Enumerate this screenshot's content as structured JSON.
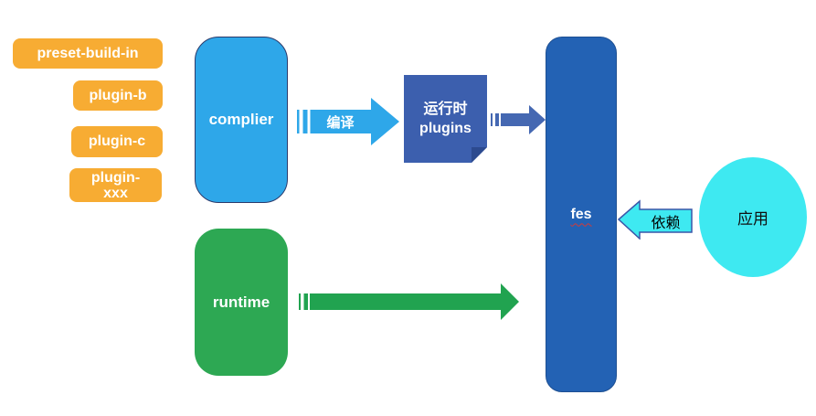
{
  "diagram": {
    "badges": [
      {
        "label": "preset-build-in"
      },
      {
        "label": "plugin-b"
      },
      {
        "label": "plugin-c"
      },
      {
        "line1": "plugin-",
        "line2": "xxx"
      }
    ],
    "nodes": {
      "compiler": {
        "label": "complier"
      },
      "runtime_plugins": {
        "line1": "运行时",
        "line2": "plugins"
      },
      "fes": {
        "label": "fes"
      },
      "runtime": {
        "label": "runtime"
      },
      "app": {
        "label": "应用"
      }
    },
    "arrows": {
      "compile": {
        "label": "编译"
      },
      "depends": {
        "label": "依赖"
      }
    },
    "colors": {
      "badge_orange": "#F7AC33",
      "compiler_blue": "#2EA7E9",
      "compile_arrow_blue": "#2EA7E9",
      "plugins_note_blue": "#3C5FAE",
      "plugins_fold_blue": "#2C4A8F",
      "small_arrow_blue": "#4568B2",
      "fes_blue": "#2362B4",
      "runtime_green": "#2DA853",
      "runtime_arrow_green": "#21A350",
      "cyan": "#3EE9F1",
      "depends_arrow_border": "#3A57A9",
      "spellcheck_red": "#D03A3A"
    }
  }
}
